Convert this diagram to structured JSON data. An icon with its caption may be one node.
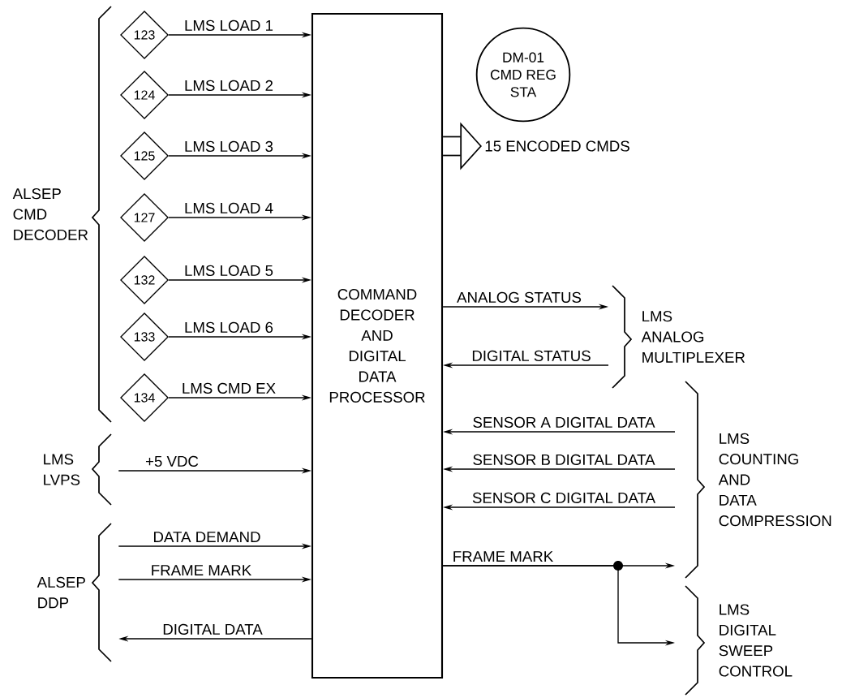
{
  "diagram": {
    "nodes": [
      {
        "text": [
          "COMMAND DECODER AND DIGITAL DATA PROCESSOR"
        ]
      },
      {
        "text": [
          "123"
        ]
      },
      {
        "text": [
          "124"
        ]
      },
      {
        "text": [
          "125"
        ]
      },
      {
        "text": [
          "127"
        ]
      },
      {
        "text": [
          "132"
        ]
      },
      {
        "text": [
          "133"
        ]
      },
      {
        "text": [
          "134"
        ]
      },
      {
        "text": [
          "DM-01 CMD REG STA"
        ]
      },
      {
        "text": [
          "15 ENCODED CMDS"
        ]
      },
      {
        "text": [
          "ALSEP CMD DECODER"
        ]
      },
      {
        "text": [
          "LMS LVPS"
        ]
      },
      {
        "text": [
          "ALSEP DDP"
        ]
      },
      {
        "text": [
          "LMS ANALOG MULTIPLEXER"
        ]
      },
      {
        "text": [
          "LMS COUNTING AND DATA COMPRESSION"
        ]
      },
      {
        "text": [
          "LMS DIGITAL SWEEP CONTROL"
        ]
      }
    ],
    "edges": [
      {
        "from": 1,
        "to": 0,
        "arrow": "to",
        "label": "LMS LOAD 1"
      },
      {
        "from": 2,
        "to": 0,
        "arrow": "to",
        "label": "LMS LOAD 2"
      },
      {
        "from": 3,
        "to": 0,
        "arrow": "to",
        "label": "LMS LOAD 3"
      },
      {
        "from": 4,
        "to": 0,
        "arrow": "to",
        "label": "LMS LOAD 4"
      },
      {
        "from": 5,
        "to": 0,
        "arrow": "to",
        "label": "LMS LOAD 5"
      },
      {
        "from": 6,
        "to": 0,
        "arrow": "to",
        "label": "LMS LOAD 6"
      },
      {
        "from": 7,
        "to": 0,
        "arrow": "to",
        "label": "LMS CMD EX"
      },
      {
        "from": 11,
        "to": 0,
        "arrow": "to",
        "label": "+5 VDC"
      },
      {
        "from": 12,
        "to": 0,
        "arrow": "to",
        "label": "DATA DEMAND"
      },
      {
        "from": 12,
        "to": 0,
        "arrow": "to",
        "label": "FRAME MARK"
      },
      {
        "from": 0,
        "to": 12,
        "arrow": "to",
        "label": "DIGITAL DATA"
      },
      {
        "from": 0,
        "to": 9,
        "arrow": "to",
        "style": "thick"
      },
      {
        "from": 0,
        "to": 13,
        "arrow": "to",
        "label": "ANALOG STATUS"
      },
      {
        "from": 13,
        "to": 0,
        "arrow": "to",
        "label": "DIGITAL STATUS"
      },
      {
        "from": 14,
        "to": 0,
        "arrow": "to",
        "label": "SENSOR A DIGITAL DATA"
      },
      {
        "from": 14,
        "to": 0,
        "arrow": "to",
        "label": "SENSOR B DIGITAL DATA"
      },
      {
        "from": 14,
        "to": 0,
        "arrow": "to",
        "label": "SENSOR C DIGITAL DATA"
      },
      {
        "from": 0,
        "to": 14,
        "arrow": "to",
        "label": "FRAME MARK"
      },
      {
        "from": 0,
        "to": 15,
        "arrow": "to"
      }
    ]
  }
}
